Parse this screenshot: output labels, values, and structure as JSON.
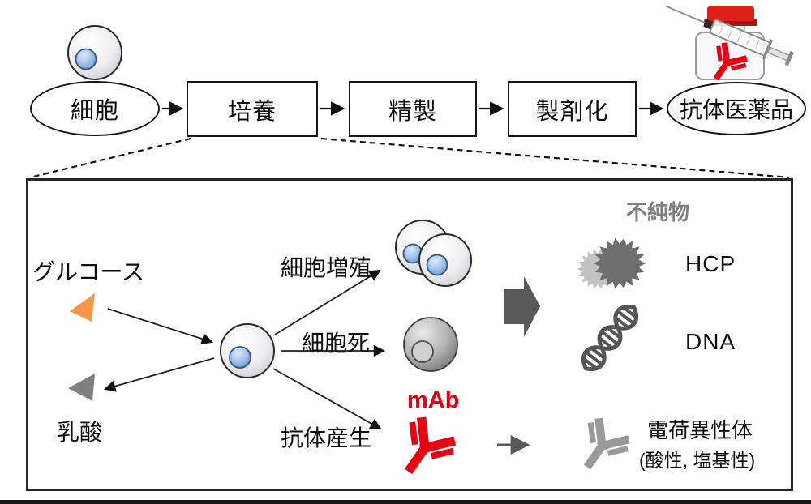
{
  "flow": {
    "source_label": "細胞",
    "steps": [
      "培養",
      "精製",
      "製剤化"
    ],
    "product_label": "抗体医薬品"
  },
  "detail": {
    "glucose_label": "グルコース",
    "lactate_label": "乳酸",
    "proliferation_label": "細胞増殖",
    "death_label": "細胞死",
    "production_label": "抗体産生",
    "mab_label": "mAb",
    "impurities_title": "不純物",
    "impurity_hcp": "HCP",
    "impurity_dna": "DNA",
    "variant_title": "電荷異性体",
    "variant_subtitle": "(酸性, 塩基性)"
  },
  "icons": {
    "cell": "cell-icon",
    "dividing_cells": "dividing-cells-icon",
    "dead_cell": "dead-cell-icon",
    "vial": "vial-syringe-icon",
    "antibody_red": "antibody-red-icon",
    "antibody_gray": "antibody-gray-icon",
    "hcp_blobs": "hcp-protein-icon",
    "dna": "dna-helix-icon"
  },
  "colors": {
    "mab_red": "#e60012",
    "glucose_orange": "#f79646",
    "lactate_gray": "#808080",
    "impurity_dark_gray": "#595959",
    "hcp_light": "#c2c2c2",
    "hcp_dark": "#6e6e6e",
    "variant_antibody_gray": "#9a9a9a",
    "impurities_label_gray": "#7f7f7f"
  }
}
